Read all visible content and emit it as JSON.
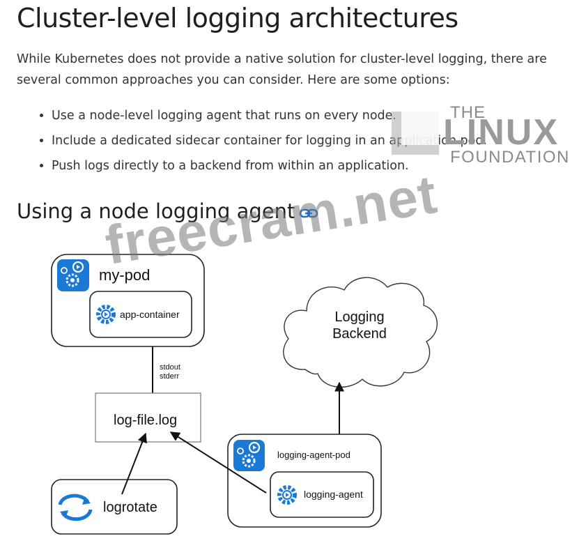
{
  "page": {
    "title": "Cluster-level logging architectures",
    "intro": "While Kubernetes does not provide a native solution for cluster-level logging, there are several common approaches you can consider. Here are some options:",
    "options": [
      "Use a node-level logging agent that runs on every node.",
      "Include a dedicated sidecar container for logging in an application pod.",
      "Push logs directly to a backend from within an application."
    ],
    "section_heading": "Using a node logging agent",
    "anchor_icon": "link-icon"
  },
  "watermark_logo": {
    "line1": "THE",
    "line2": "LINUX",
    "line3": "FOUNDATION"
  },
  "watermark_text": "freecram.net",
  "diagram": {
    "pod_label": "my-pod",
    "app_container_label": "app-container",
    "stream_label_1": "stdout",
    "stream_label_2": "stderr",
    "log_file_label": "log-file.log",
    "logrotate_label": "logrotate",
    "backend_label_1": "Logging",
    "backend_label_2": "Backend",
    "agent_pod_label": "logging-agent-pod",
    "agent_label": "logging-agent",
    "accent_color": "#1a78d6",
    "icons": [
      "kubernetes-pod-icon",
      "container-gear-icon",
      "rotate-arrows-icon"
    ]
  }
}
